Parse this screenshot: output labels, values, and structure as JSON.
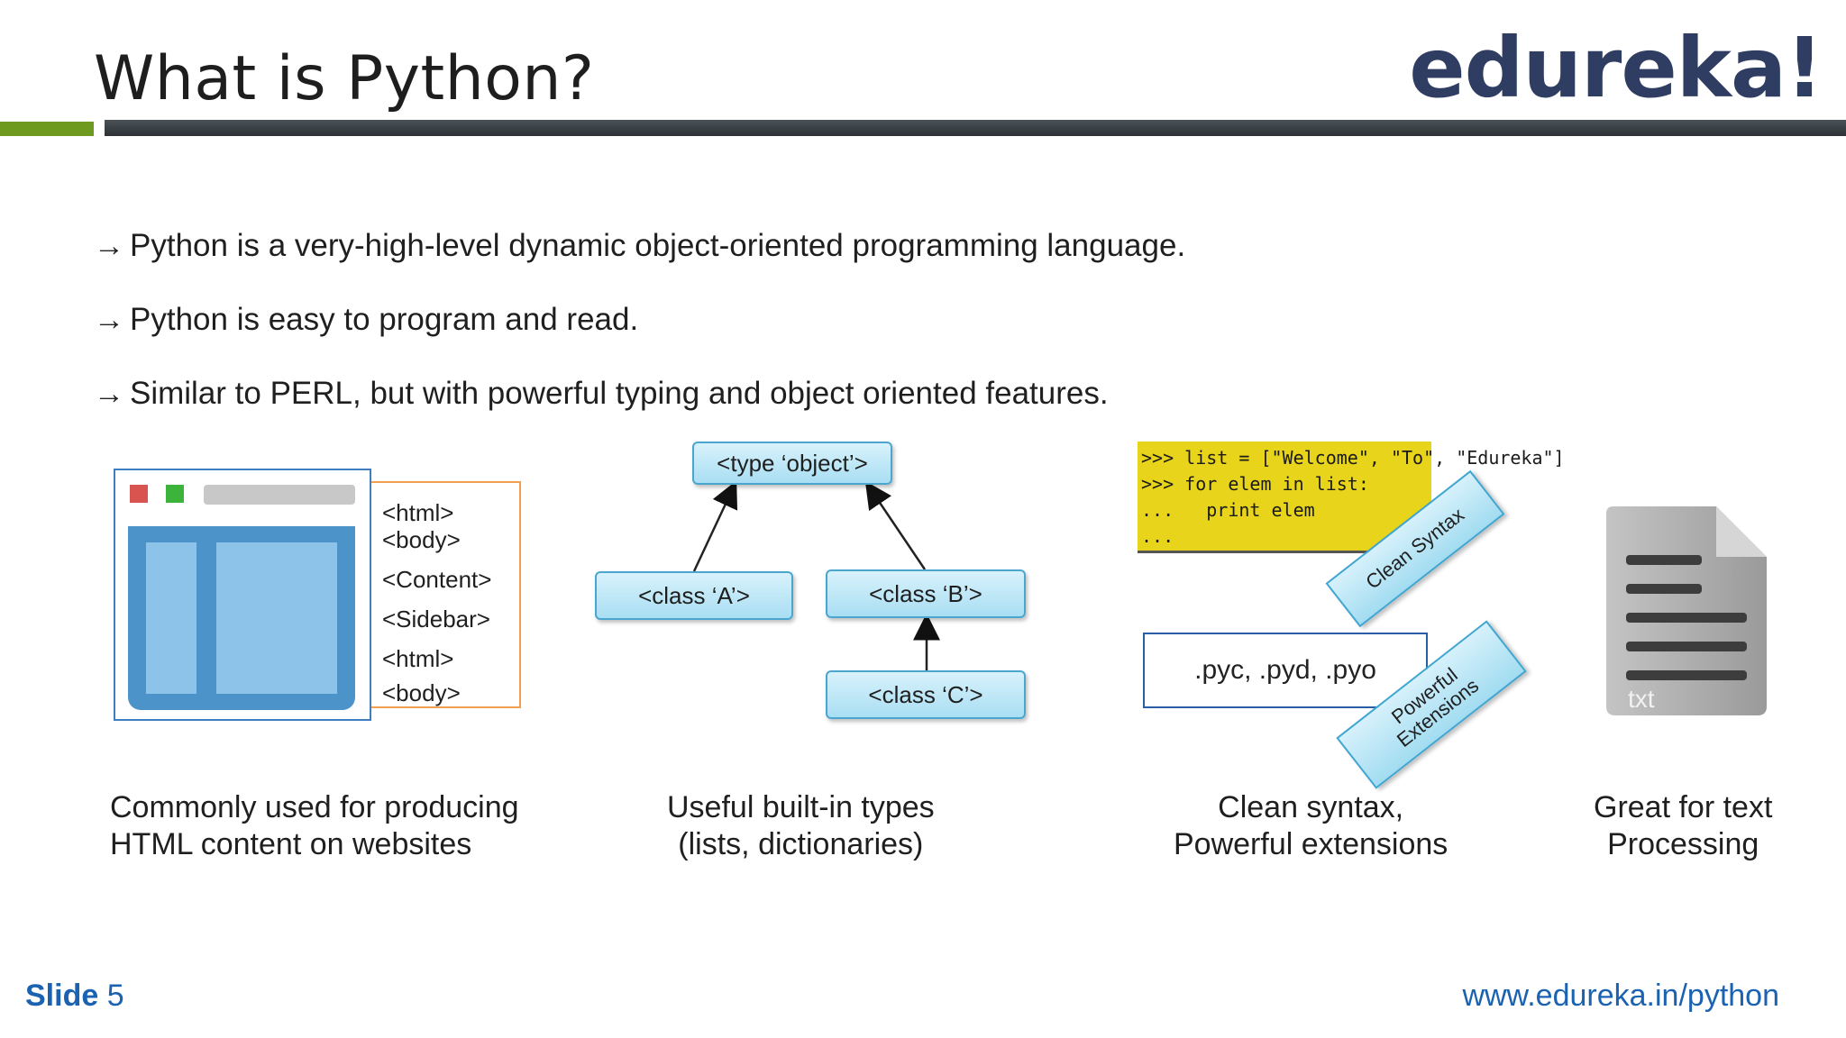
{
  "header": {
    "title": "What is Python?",
    "logo": "edureka!"
  },
  "bullets": [
    {
      "arrow": "→",
      "text": "Python is a very-high-level dynamic object-oriented programming language."
    },
    {
      "arrow": "→",
      "text": "Python is easy to program and read."
    },
    {
      "arrow": "→",
      "text": "Similar to PERL, but with powerful typing and object oriented features."
    }
  ],
  "html_panel": {
    "code_lines": [
      "<html>",
      "<body>",
      "<Content>",
      "<Sidebar>",
      "<html>",
      "<body>"
    ],
    "caption_line1": "Commonly used for producing",
    "caption_line2": "HTML content on websites",
    "colors": {
      "dot_red": "#d9534f",
      "dot_green": "#3cb43c"
    }
  },
  "types_panel": {
    "root": "<type ‘object’>",
    "class_a": "<class ‘A’>",
    "class_b": "<class ‘B’>",
    "class_c": "<class ‘C’>",
    "caption_line1": "Useful built-in types",
    "caption_line2": "(lists, dictionaries)"
  },
  "syntax_panel": {
    "code_line1": ">>> list = [\"Welcome\", \"To\", \"Edureka\"]",
    "code_line2": ">>> for elem in list:",
    "code_line3": "...   print elem",
    "code_line4": "...",
    "tag_clean": "Clean Syntax",
    "extensions": ".pyc, .pyd, .pyo",
    "tag_powerful_1": "Powerful",
    "tag_powerful_2": "Extensions",
    "caption_line1": "Clean syntax,",
    "caption_line2": "Powerful extensions"
  },
  "text_panel": {
    "icon_label": "txt",
    "caption_line1": "Great for text",
    "caption_line2": "Processing"
  },
  "footer": {
    "slide_word": "Slide",
    "slide_number": "5",
    "url": "www.edureka.in/python"
  }
}
